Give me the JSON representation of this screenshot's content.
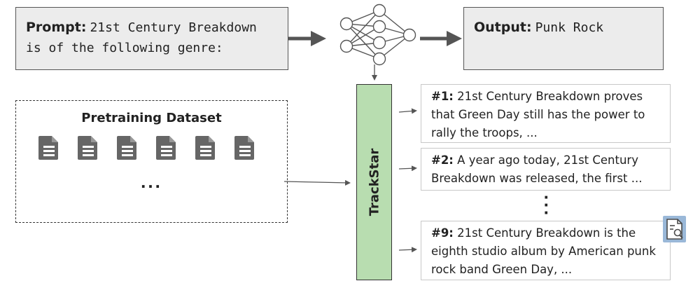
{
  "prompt": {
    "label": "Prompt:",
    "text_line1": "21st Century Breakdown",
    "text_line2": "is of the following genre:"
  },
  "output": {
    "label": "Output:",
    "text": "Punk Rock"
  },
  "dataset": {
    "title": "Pretraining Dataset",
    "ellipsis": "...",
    "doc_icon_count": 6
  },
  "trackstar": {
    "label": "TrackStar"
  },
  "results": [
    {
      "rank": "#1:",
      "lines": [
        "21st Century Breakdown proves",
        "that Green Day still has the power to",
        "rally the troops, ..."
      ]
    },
    {
      "rank": "#2:",
      "lines": [
        "A year ago today, 21st Century",
        "Breakdown was released, the first ..."
      ]
    },
    {
      "rank": "#9:",
      "lines": [
        "21st Century Breakdown is the",
        "eighth studio album by American punk",
        "rock band Green Day, ..."
      ]
    }
  ],
  "results_ellipsis": "⋮",
  "colors": {
    "box_fill": "#ececec",
    "trackstar_fill": "#b8ddb0",
    "icon_blue": "#9ab8d8",
    "icon_gray": "#666666"
  },
  "icons": [
    "neural-network-icon",
    "document-icon",
    "document-search-icon"
  ]
}
